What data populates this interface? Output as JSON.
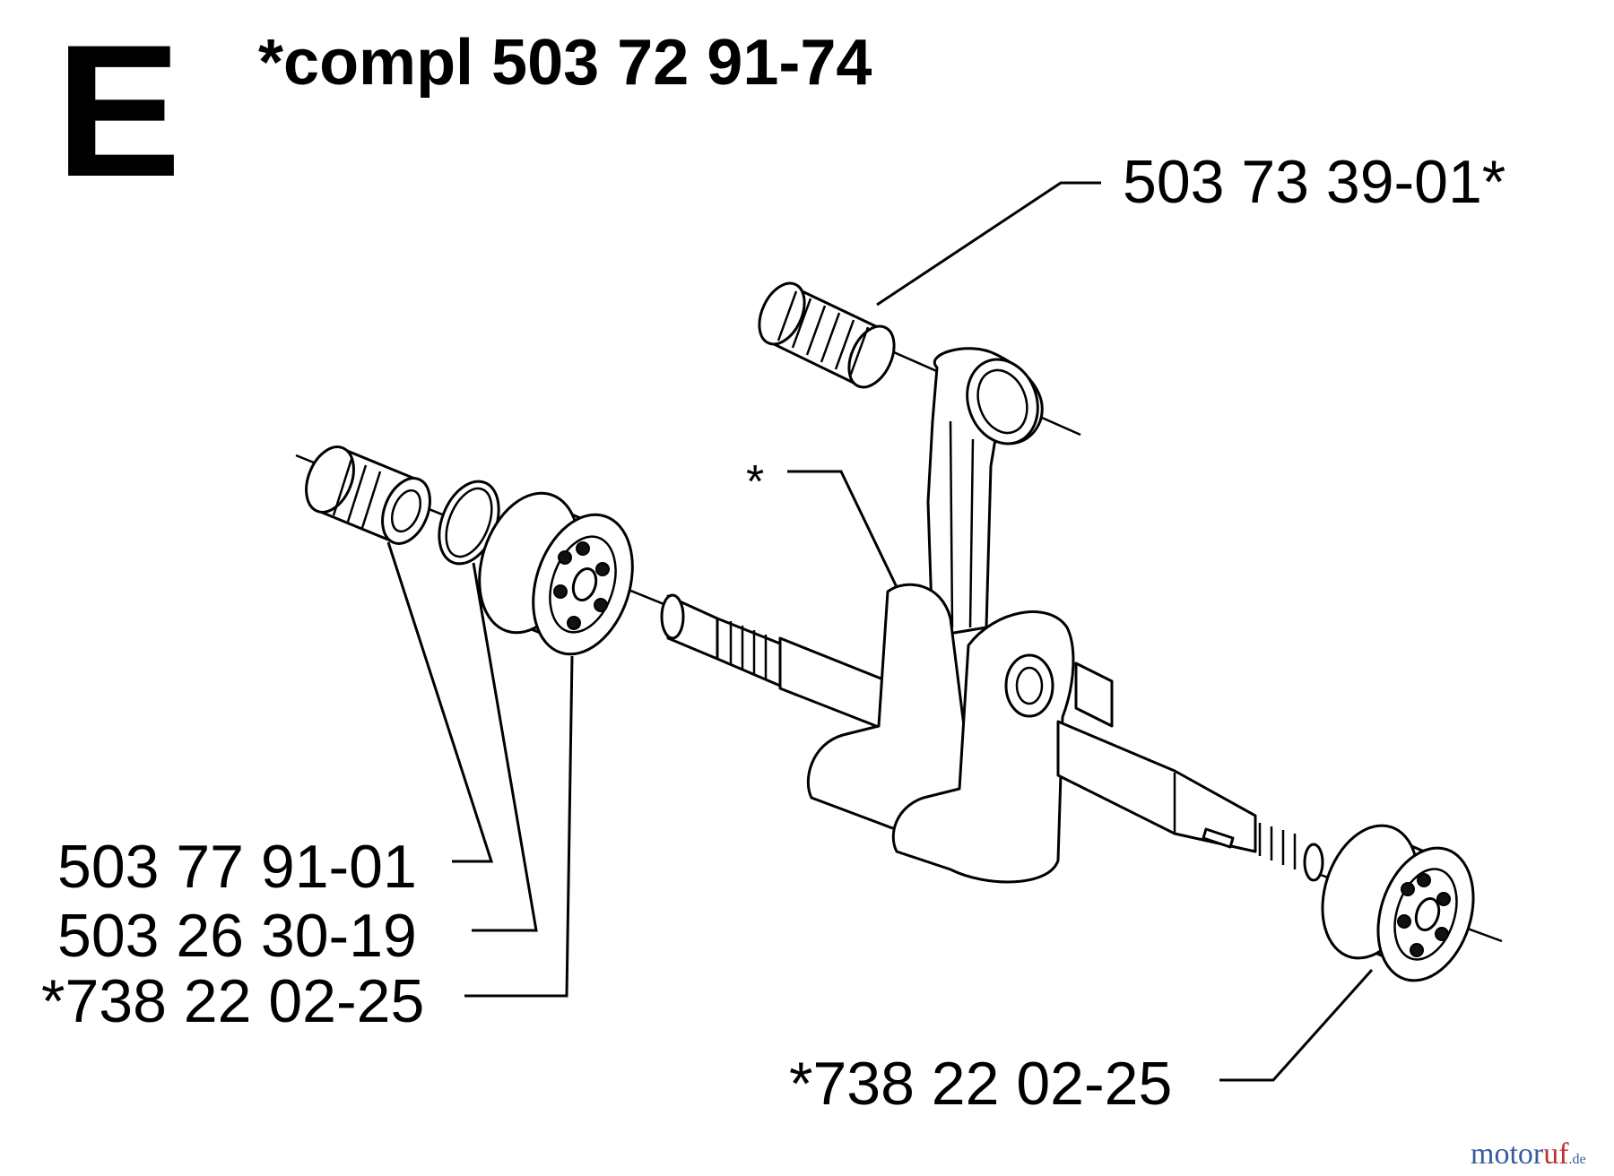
{
  "section_letter": "E",
  "assembly_label": "*compl 503 72 91-74",
  "parts": {
    "needle_bearing": "503 73 39-01*",
    "crankshaft_marker": "*",
    "bushing": "503 77 91-01",
    "o_ring": "503 26 30-19",
    "ball_bearing_left": "*738 22 02-25",
    "ball_bearing_right": "*738 22 02-25"
  },
  "watermark": {
    "part_a": "motor",
    "part_b": "uf",
    "part_c": ".de"
  }
}
